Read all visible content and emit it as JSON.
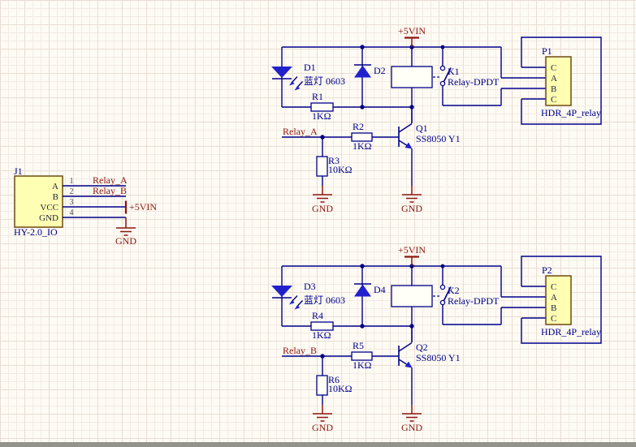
{
  "j1": {
    "designator": "J1",
    "part": "HY-2.0_IO",
    "pin_numbers": [
      "1",
      "2",
      "3",
      "4"
    ],
    "pin_names": [
      "A",
      "B",
      "VCC",
      "GND"
    ],
    "net_a": "Relay_A",
    "net_b": "Relay_B",
    "power": "+5VIN",
    "gnd": "GND"
  },
  "circuits": [
    {
      "power": "+5VIN",
      "led_des": "D1",
      "led_val": "蓝灯 0603",
      "diode_des": "D2",
      "r_led_des": "R1",
      "r_led_val": "1KΩ",
      "r_base_des": "R2",
      "r_base_val": "1KΩ",
      "r_pull_des": "R3",
      "r_pull_val": "10KΩ",
      "q_des": "Q1",
      "q_val": "SS8050 Y1",
      "k_des": "K1",
      "k_val": "Relay-DPDT",
      "p_des": "P1",
      "p_part": "HDR_4P_relay",
      "p_pins": [
        "C",
        "A",
        "B",
        "C"
      ],
      "net": "Relay_A",
      "gnd": "GND"
    },
    {
      "power": "+5VIN",
      "led_des": "D3",
      "led_val": "蓝灯 0603",
      "diode_des": "D4",
      "r_led_des": "R4",
      "r_led_val": "1KΩ",
      "r_base_des": "R5",
      "r_base_val": "1KΩ",
      "r_pull_des": "R6",
      "r_pull_val": "10KΩ",
      "q_des": "Q2",
      "q_val": "SS8050 Y1",
      "k_des": "K2",
      "k_val": "Relay-DPDT",
      "p_des": "P2",
      "p_part": "HDR_4P_relay",
      "p_pins": [
        "C",
        "A",
        "B",
        "C"
      ],
      "net": "Relay_B",
      "gnd": "GND"
    }
  ],
  "colors": {
    "wire": "#00008b",
    "diode_fill": "#2121cc",
    "power_net": "#8c1710",
    "connector_body": "#ffffb3"
  }
}
